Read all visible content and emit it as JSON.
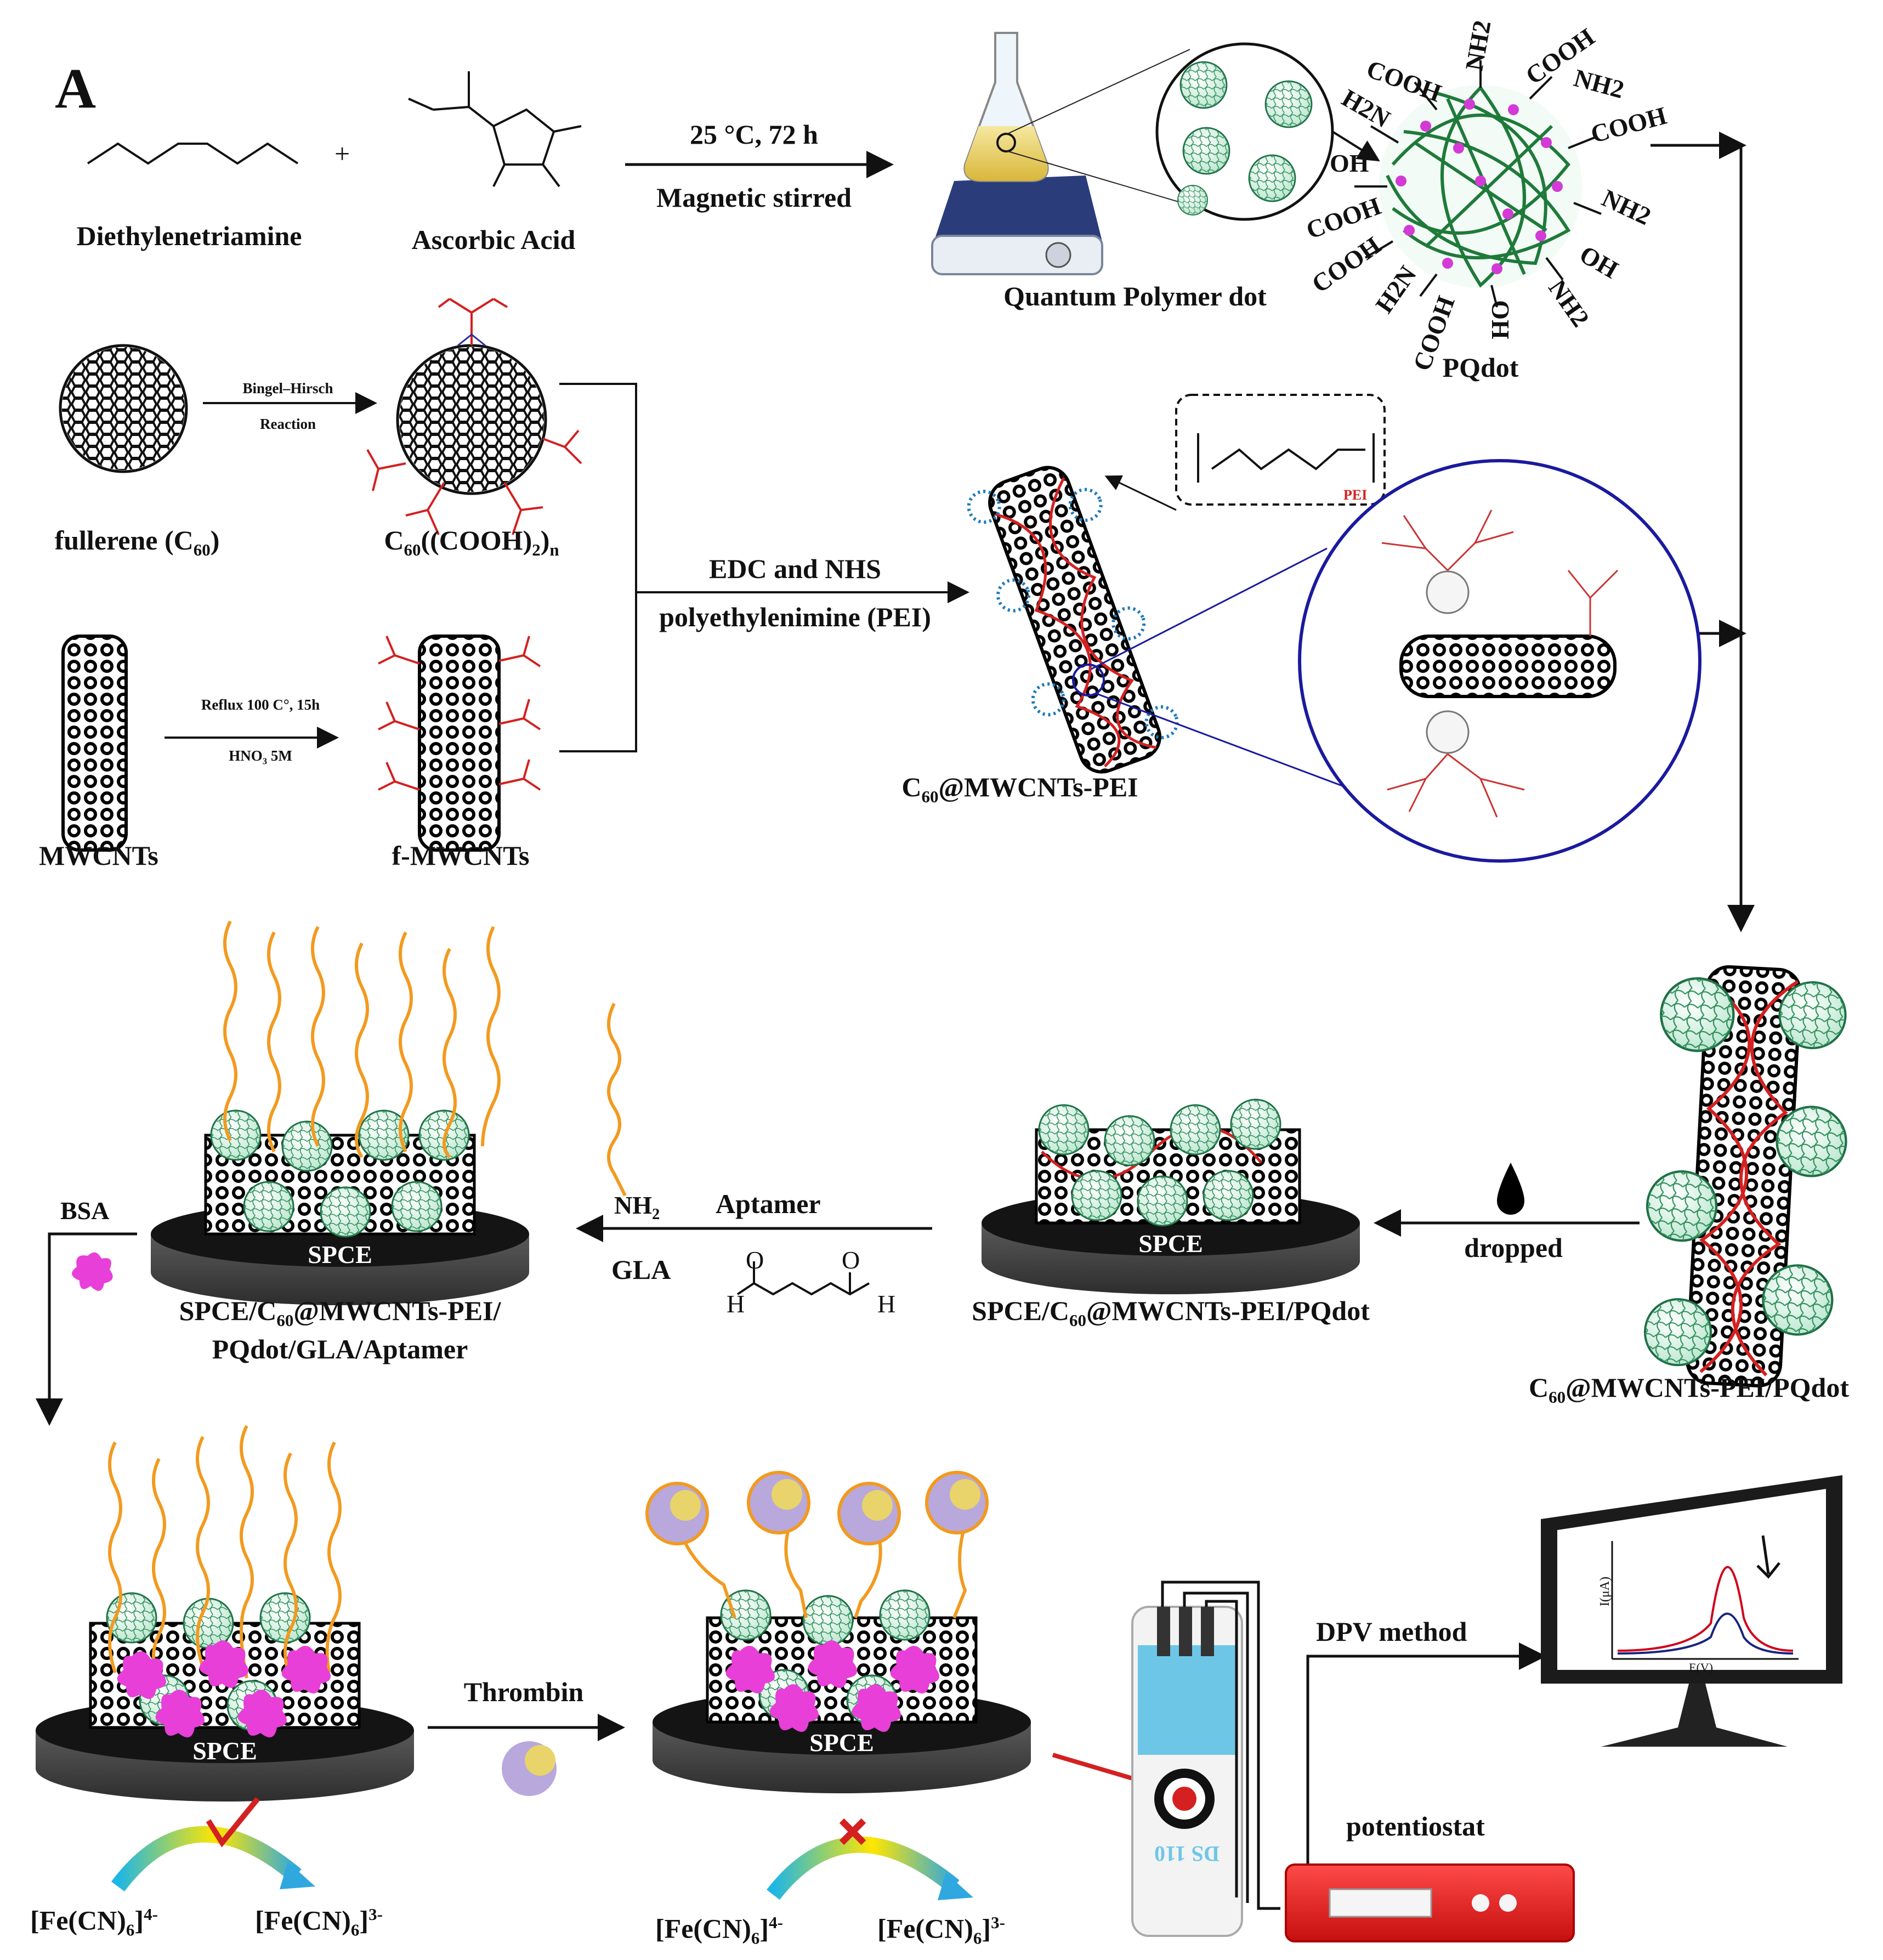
{
  "panel_label": "A",
  "labels": {
    "dien": "Diethylenetriamine",
    "asc": "Ascorbic Acid",
    "cond1": "25 °C, 72 h",
    "cond2": "Magnetic stirred",
    "qpd": "Quantum Polymer dot",
    "pqdot": "PQdot",
    "bingel1": "Bingel–Hirsch",
    "bingel2": "Reaction",
    "fullerene_pre": "fullerene (C",
    "fullerene_sub": "60",
    "fullerene_post": ")",
    "c60cooh_c": "C",
    "c60cooh_sub1": "60",
    "c60cooh_mid": "((COOH)",
    "c60cooh_sub2": "2",
    "c60cooh_post": ")",
    "c60cooh_sub3": "n",
    "edc": "EDC and NHS",
    "pei_full": "polyethylenimine (PEI)",
    "reflux": "Reflux 100 C°, 15h",
    "hno3_pre": "HNO",
    "hno3_sub": "3",
    "hno3_post": " 5M",
    "mwcnts": "MWCNTs",
    "fmwcnts": "f-MWCNTs",
    "c60mw_c": "C",
    "c60mw_sub": "60",
    "c60mw_post": "@MWCNTs-PEI",
    "pei_tag": "PEI",
    "bsa": "BSA",
    "nh2": "NH",
    "nh2_sub": "2",
    "aptamer": "Aptamer",
    "gla": "GLA",
    "dropped": "dropped",
    "spce": "SPCE",
    "spce_a1_pre": "SPCE/C",
    "spce_a1_sub": "60",
    "spce_a1_post": "@MWCNTs-PEI/",
    "spce_a2": "PQdot/GLA/Aptamer",
    "spce_b_pre": "SPCE/C",
    "spce_b_sub": "60",
    "spce_b_post": "@MWCNTs-PEI/PQdot",
    "final_pre": "C",
    "final_sub": "60",
    "final_post": "@MWCNTs-PEI/PQdot",
    "thrombin": "Thrombin",
    "dpv": "DPV method",
    "potentiostat": "potentiostat",
    "fe4_a": "[Fe(CN)",
    "fe4_sub": "6",
    "fe4_b": "]",
    "fe4_sup": "4-",
    "fe3_a": "[Fe(CN)",
    "fe3_sub": "6",
    "fe3_b": "]",
    "fe3_sup": "3-",
    "ylabel": "I(μA)",
    "xlabel": "E(V)",
    "electrode_text": "DS 110"
  },
  "pqdot_groups": [
    "COOH",
    "NH2",
    "COOH",
    "NH2",
    "H2N",
    "COOH",
    "OH",
    "COOH",
    "NH2",
    "COOH",
    "OH",
    "H2N",
    "NH2",
    "COOH",
    "HO"
  ],
  "colors": {
    "aptamer": "#f29a1f",
    "bsa": "#e83fd8",
    "carboxyl": "#d42020",
    "pqdot_net": "#1f7a3a",
    "pqdot_dot": "#d43ad6",
    "electrode_blue": "#6ec6e6",
    "potentiostat": "#e81c1c",
    "zoom_circle": "#1a1a9e",
    "cv_red": "#d0021b",
    "cv_blue": "#1a237e"
  }
}
